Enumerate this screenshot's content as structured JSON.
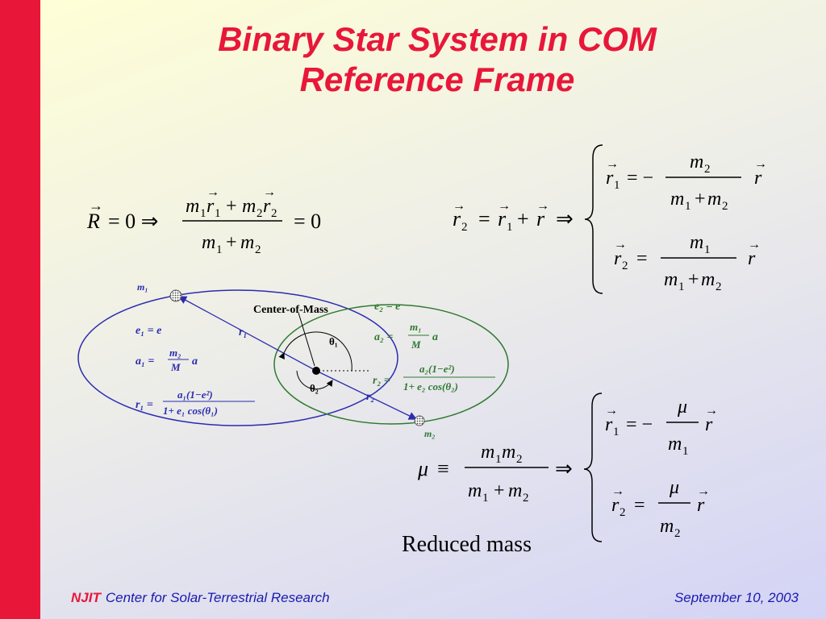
{
  "title": {
    "line1": "Binary Star System in COM",
    "line2": "Reference Frame"
  },
  "equations": {
    "com": "R = 0 ⇒ (m1 r1 + m2 r2)/(m1 + m2) = 0",
    "separation": "r2 = r1 + r ⇒ { r1 = −m2/(m1 + m2) r ; r2 = m1/(m1 + m2) r }",
    "reduced_mass": "μ ≡ m1 m2/(m1 + m2) ⇒ { r1 = −μ/m1 r ; r2 = μ/m2 r }"
  },
  "diagram": {
    "label_com": "Center-of-Mass",
    "label_m1": "m1",
    "label_m2": "m2",
    "label_r1": "r1",
    "label_r2": "r2",
    "label_theta1": "θ1",
    "label_theta2": "θ2",
    "orbit1": [
      "e1 = e",
      "a1 = m2/M a",
      "r1 = a1(1−e²)/(1+e1 cos(θ1))"
    ],
    "orbit2": [
      "e2 = e",
      "a2 = m1/M a",
      "r2 = a2(1−e²)/(1+e2 cos(θ2))"
    ],
    "colors": {
      "orbit1": "#2b2bb0",
      "orbit2": "#2f7a2f"
    }
  },
  "caption": "Reduced mass",
  "footer": {
    "logo": "NJIT",
    "center": "Center for Solar-Terrestrial Research",
    "date": "September 10, 2003"
  }
}
